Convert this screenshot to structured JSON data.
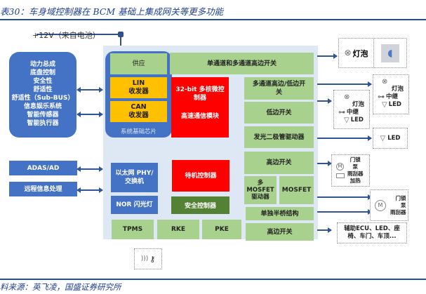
{
  "caption": "表30：车身域控制器在 BCM 基础上集成网关等更多功能",
  "source": "料来源：英飞凌，国盛证券研究所",
  "power": {
    "label": "+12V（来自电池）"
  },
  "domains": [
    "动力总成",
    "底盘控制",
    "安全性",
    "舒适性",
    "舒适性（Sub-BUS）",
    "信息娱乐系统",
    "智能传感器",
    "智能执行器"
  ],
  "external_inputs": [
    "ADAS/AD",
    "远程信息处理"
  ],
  "sbc": {
    "label": "系统基础芯片",
    "supply": "供应",
    "lin": [
      "LIN",
      "收发器"
    ],
    "can": [
      "CAN",
      "收发器"
    ]
  },
  "mcu": {
    "line1": "32-bit 多核微控",
    "line2": "制器",
    "line3": "高速通信模块"
  },
  "ethernet": [
    "以太网 PHY/",
    "交换机"
  ],
  "nor_flash": "NOR 闪光灯",
  "standby_controller": "待机控制器",
  "security_controller": "安全控制器",
  "bottom_blocks": [
    "TPMS",
    "RKE",
    "PKE"
  ],
  "switches": {
    "top": "单通道和多通道高边开关",
    "multi_hl": [
      "多通道高边/低边开",
      "关"
    ],
    "low_side": "低边开关",
    "led_driver": "发光二极管驱动器",
    "high_side_1": "高边开关",
    "multi_mosfet": [
      "多",
      "MOSFET",
      "驱动器"
    ],
    "mosfet": "MOSFET",
    "half_bridge": "单独半桥结构",
    "high_side_2": "高边开关"
  },
  "loads": {
    "bulb": "灯泡",
    "group_a": [
      "灯泡",
      "中继",
      "LED"
    ],
    "group_b": [
      "灯泡",
      "中继",
      "LED"
    ],
    "led": "LED",
    "group_c": [
      "门锁",
      "泵",
      "雨刮器",
      "加热"
    ],
    "group_d": [
      "门锁",
      "泵",
      "雨刮器"
    ],
    "aux": [
      "辅助ECU、LED、座",
      "椅、车门、车顶..."
    ]
  }
}
